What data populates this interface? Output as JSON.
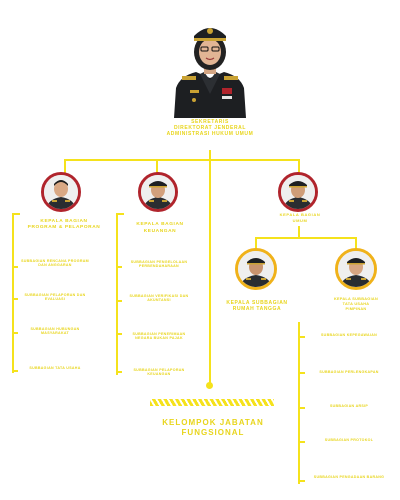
{
  "colors": {
    "accent": "#f5e21c",
    "text": "#e8d51c",
    "ring_red": "#b0242c",
    "ring_gold": "#f0b21a"
  },
  "top": {
    "title_line1": "SEKRETARIS",
    "title_line2": "DIREKTORAT JENDERAL",
    "title_line3": "ADMINISTRASI HUKUM UMUM"
  },
  "units": [
    {
      "title_line1": "KEPALA BAGIAN",
      "title_line2": "PROGRAM & PELAPORAN",
      "items": [
        "SUBBAGIAN RENCANA PROGRAM DAN ANGGARAN",
        "SUBBAGIAN PELAPORAN DAN EVALUASI",
        "SUBBAGIAN HUBUNGAN MASYARAKAT",
        "SUBBAGIAN TATA USAHA"
      ]
    },
    {
      "title_line1": "KEPALA BAGIAN",
      "title_line2": "KEUANGAN",
      "items": [
        "SUBBAGIAN PENGELOLAAN PERBENDAHARAAN",
        "SUBBAGIAN VERIFIKASI DAN AKUNTANSI",
        "SUBBAGIAN PENERIMAAN NEGARA BUKAN PAJAK",
        "SUBBAGIAN PELAPORAN KEUANGAN"
      ]
    },
    {
      "title_line1": "KEPALA BAGIAN",
      "title_line2": "UMUM"
    }
  ],
  "subunits": [
    {
      "title_line1": "KEPALA SUBBAGIAN",
      "title_line2": "RUMAH TANGGA"
    },
    {
      "title_line1": "KEPALA SUBBAGIAN",
      "title_line2": "TATA USAHA",
      "title_line3": "PIMPINAN",
      "items": [
        "SUBBAGIAN KEPEGAWAIAN",
        "SUBBAGIAN PERLENGKAPAN",
        "SUBBAGIAN ARSIP",
        "SUBBAGIAN PROTOKOL",
        "SUBBAGIAN PENGADAAN BARANG"
      ]
    }
  ],
  "footer": {
    "line1": "KELOMPOK JABATAN",
    "line2": "FUNGSIONAL"
  }
}
